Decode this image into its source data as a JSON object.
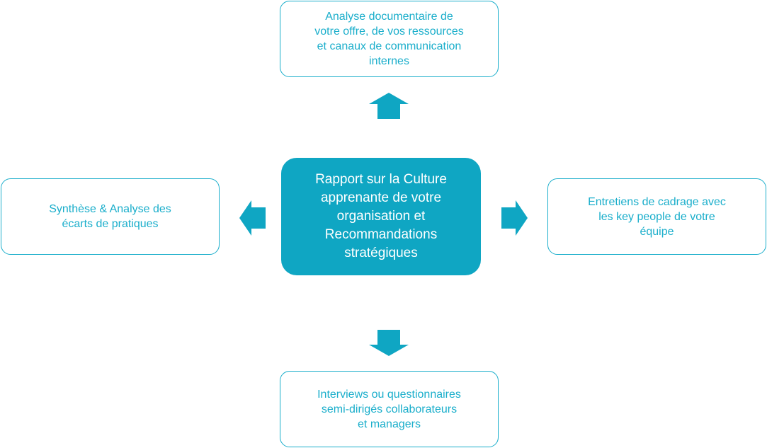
{
  "diagram": {
    "center": {
      "text": "Rapport sur la Culture\napprenante de votre\norganisation et\nRecommandations\nstratégiques"
    },
    "top": {
      "text": "Analyse documentaire de\nvotre offre, de vos ressources\net canaux de communication\ninternes"
    },
    "left": {
      "text": "Synthèse & Analyse des\nécarts de pratiques"
    },
    "right": {
      "text": "Entretiens de cadrage avec\nles key people de votre\néquipe"
    },
    "bottom": {
      "text": "Interviews ou questionnaires\nsemi-dirigés collaborateurs\net managers"
    }
  },
  "colors": {
    "accent": "#1aaecb",
    "center_fill": "#0fa6c3",
    "arrow_fill": "#0fa6c3",
    "center_text": "#ffffff",
    "background": "#ffffff"
  },
  "icons": {
    "up": "arrow-up-icon",
    "down": "arrow-down-icon",
    "left": "arrow-left-icon",
    "right": "arrow-right-icon"
  }
}
